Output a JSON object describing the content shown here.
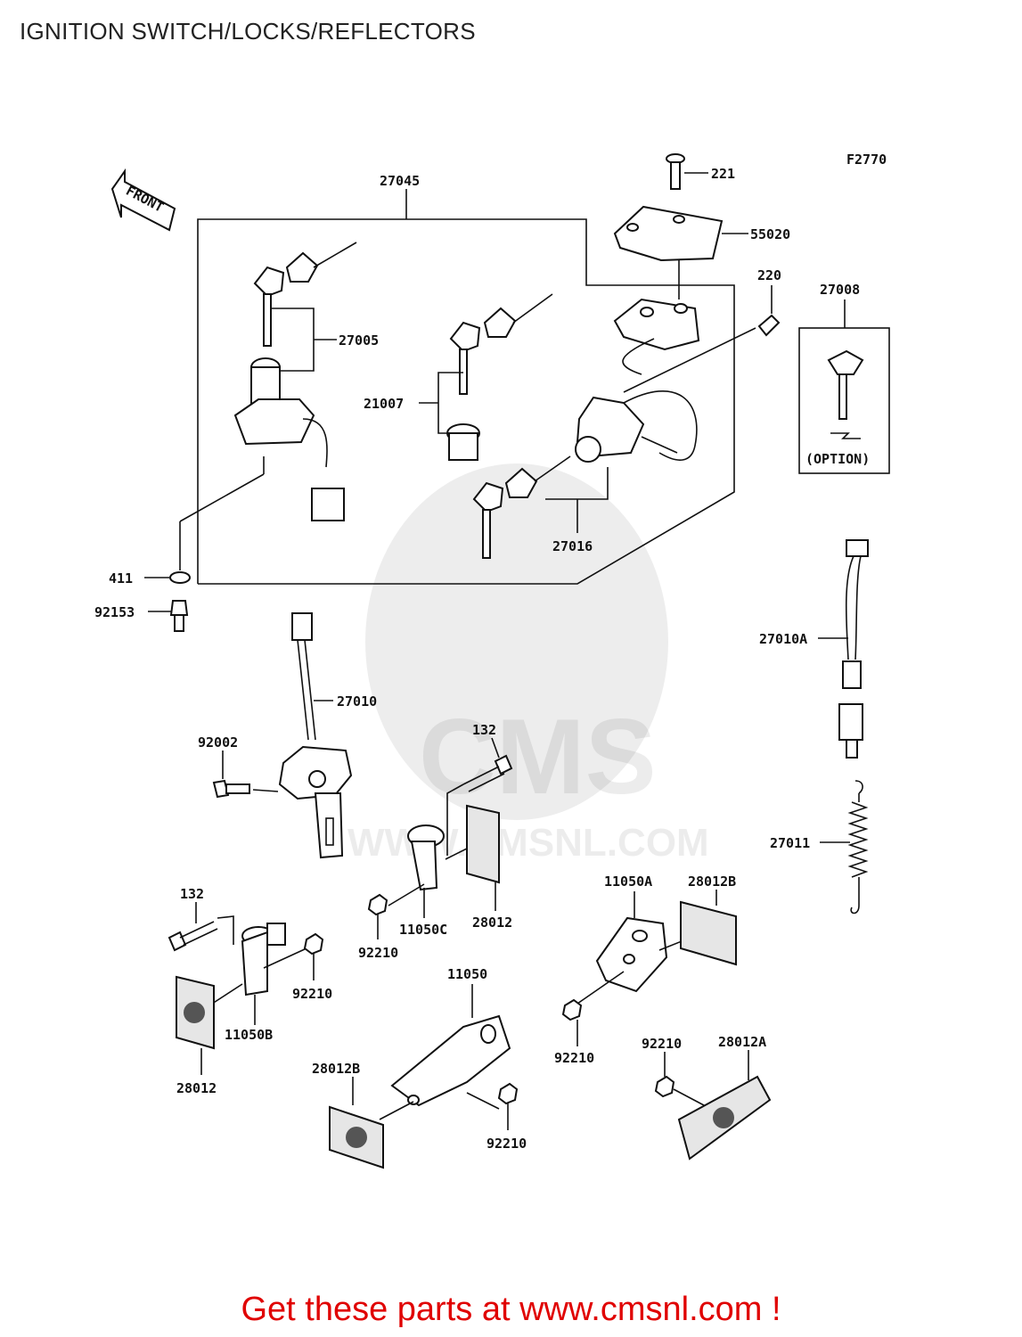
{
  "page": {
    "title": "IGNITION SWITCH/LOCKS/REFLECTORS",
    "figure_code": "F2770",
    "promo": "Get these parts at www.cmsnl.com !"
  },
  "watermark": {
    "logo_text": "CMS",
    "url_text": "WWW.CMSNL.COM"
  },
  "front_arrow": {
    "text": "FRONT"
  },
  "option_box": {
    "text": "(OPTION)"
  },
  "parts": [
    {
      "id": "p27045",
      "label": "27045"
    },
    {
      "id": "p221",
      "label": "221"
    },
    {
      "id": "p55020",
      "label": "55020"
    },
    {
      "id": "p220",
      "label": "220"
    },
    {
      "id": "p27008",
      "label": "27008"
    },
    {
      "id": "p27005",
      "label": "27005"
    },
    {
      "id": "p21007",
      "label": "21007"
    },
    {
      "id": "p27016",
      "label": "27016"
    },
    {
      "id": "p411",
      "label": "411"
    },
    {
      "id": "p92153",
      "label": "92153"
    },
    {
      "id": "p27010A",
      "label": "27010A"
    },
    {
      "id": "p27010",
      "label": "27010"
    },
    {
      "id": "p132a",
      "label": "132"
    },
    {
      "id": "p92002",
      "label": "92002"
    },
    {
      "id": "p27011",
      "label": "27011"
    },
    {
      "id": "p11050C",
      "label": "11050C"
    },
    {
      "id": "p28012a",
      "label": "28012"
    },
    {
      "id": "p92210a",
      "label": "92210"
    },
    {
      "id": "p132b",
      "label": "132"
    },
    {
      "id": "p92210b",
      "label": "92210"
    },
    {
      "id": "p11050B",
      "label": "11050B"
    },
    {
      "id": "p28012b",
      "label": "28012"
    },
    {
      "id": "p11050A",
      "label": "11050A"
    },
    {
      "id": "p28012B1",
      "label": "28012B"
    },
    {
      "id": "p92210c",
      "label": "92210"
    },
    {
      "id": "p11050",
      "label": "11050"
    },
    {
      "id": "p28012B2",
      "label": "28012B"
    },
    {
      "id": "p92210d",
      "label": "92210"
    },
    {
      "id": "p92210e",
      "label": "92210"
    },
    {
      "id": "p28012A",
      "label": "28012A"
    }
  ]
}
